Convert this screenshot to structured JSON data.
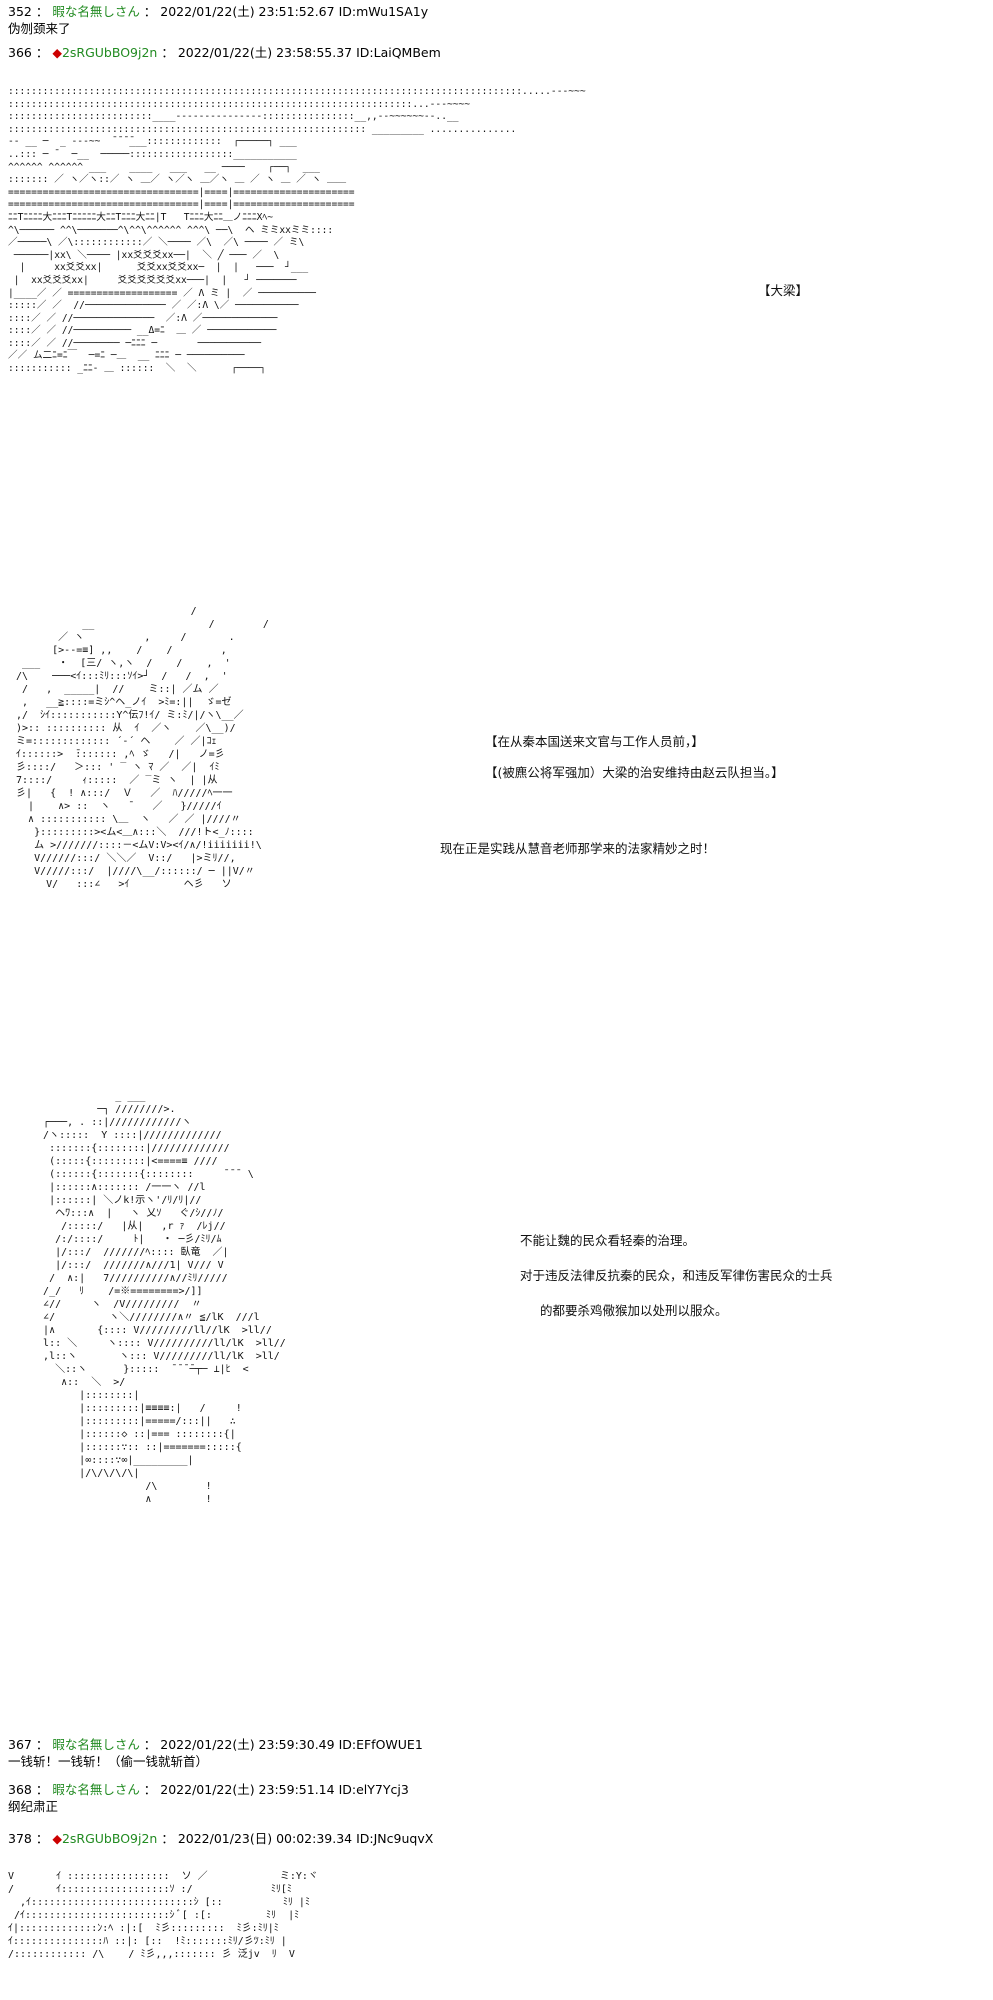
{
  "posts": [
    {
      "num": "352",
      "name": "暇な名無しさん",
      "date": "2022/01/22(土) 23:51:52.67",
      "id": "ID:mWu1SA1y",
      "body": "伪刎颈来了"
    },
    {
      "num": "366",
      "name": "2sRGUbBO9j2n",
      "date": "2022/01/22(土) 23:58:55.37",
      "id": "ID:LaiQMBem",
      "body": ""
    },
    {
      "num": "367",
      "name": "暇な名無しさん",
      "date": "2022/01/22(土) 23:59:30.49",
      "id": "ID:EFfOWUE1",
      "body": "一钱斩！一钱斩！（偷一钱就斩首）"
    },
    {
      "num": "368",
      "name": "暇な名無しさん",
      "date": "2022/01/22(土) 23:59:51.14",
      "id": "ID:elY7Ycj3",
      "body": "纲纪肃正"
    },
    {
      "num": "378",
      "name": "2sRGUbBO9j2n",
      "date": "2022/01/23(日) 00:02:39.34",
      "id": "ID:JNc9uqvX",
      "body": ""
    }
  ],
  "scene1": {
    "label": "【大梁】",
    "art": ":::::::::::::::::::::::::::::::::::::::::::::::::::::::::::::::::::::::::::::::::::::::::.....---~~~\n::::::::::::::::::::::::::::::::::::::::::::::::::::::::::::::::::::::...---~~~~\n:::::::::::::::::::::::::____---------------::::::::::::::::__,,--~~~~~~--..__\n:::::::::::::::::::::::::::::::::::::::::::::::::::::::::::::: _________ ...............\n-- __ ─  _ ---~~  ̄ ̄ ̄ ̄___:::::::::::::  ┌─────┐ ___\n..::: ─ ̄   ─__  ─────::::::::::::::::::___________\n^^^^^^ ^^^^^^ ___    ____   ___   __ ────    ┌──┐  ___ \n::::::: ／ ヽ／ヽ::／ ヽ ＿／ ヽ／ヽ ＿／ヽ ＿ ／ ヽ ＿ ／ ヽ ＿＿\n=================================|====|=====================\n=================================|====|=====================\nﾆﾆTﾆﾆﾆﾆ大ﾆﾆﾆTﾆﾆﾆﾆﾆ大ﾆﾆTﾆﾆﾆ大ﾆﾆ|T   Tﾆﾆﾆ大ﾆﾆ＿ノﾆﾆﾆXﾍ~\n^\\────── ^^\\───────^\\^^\\^^^^^^ ^^^\\ ──\\  ヘ ミミxxミミ::::\n／─────\\ ／\\::::::::::::／ ＼──── ／\\  ／\\ ──── ／ ミ\\\n ──────|xx\\ ＼──── |xx爻爻爻xx──|  ＼ ╱ ─── ／  \\\n  |     xx爻爻xx|      爻爻xx爻爻xx─  |  |   ───  ┘___\n |  xx爻爻爻xx|     爻爻爻爻爻爻xx───|  |   ┘ ───────\n|____／ ／ =================== ／ Λ ミ |  ／ ──────────\n:::::／ ／  //────────────── ／ ／:Λ \\／ ───────────\n::::／ ／ //──────────────  ／:Λ ／─────────────\n::::／ ／ //────────── __Δ=ﾆ  ＿ ／ ────────────\n::::／ ／ //──────── ─ﾆﾆﾆ ─       ───────────\n／／ ム二ﾆ=ﾆ￣  ─=ﾆ ─＿  __ ﾆﾆﾆ ─ ──────────\n::::::::::: _ﾆﾆ- ＿ ::::::  ＼  ＼      ┌────┐"
  },
  "scene2": {
    "lines": [
      "【在从秦本国送来文官与工作人员前，】",
      "【(被麃公将军强加）大梁的治安维持由赵云队担当。】",
      "",
      "现在正是实践从慧音老师那学来的法家精妙之时！"
    ],
    "art": "                              /\n            __                   /        /\n        ／ ヽ          ,     /       .\n       [>--=≡] ,,    /    /        ,\n  ___   ・  [三/ ヽ,ヽ  /    /    ,  '\n /\\    ───<ｲ:::ﾐﾘ:::ｿｲ>┘  /   /  ,  '\n  /   ,  _____|  //    ミ::| ／ム ／\n  ,   __≧::::=ミｼ^ヘ_ノｲ  >ﾐ=:||  ゞ=ゼ\n ,/  ｼｲ:::::::::::Y^伝ﾌ!ｲ/ ミ:ﾐ/|/ヽ\\__／\n )>:: :::::::::: 从  ｲ  ／ヽ    ／\\__)/\n ミ=::::::::::::: ´‐´ ヘ    ／ ／|ｺｪ\n ｲ::::::>  ̄::::::: ,ﾍ ゞ   /|   ノ=彡\n 彡::::/   ＞::: ' ‾ ヽ ﾏ ／  ／|  ｲﾐ\n 7::::/     ｨ:::::  ／ ‾ミ ヽ  | |从\n 彡|   {  ! ∧:::/  Ｖ   ／  ﾊ/////ﾍ一一\n   |    ∧> ::  ヽ   ̄    ／   }/////ｲ\n   ∧ ::::::::::: \\＿  ヽ   ／ ／ |////〃\n    }:::::::::><ム<＿∧:::＼  ///!ト<_ﾉ::::\n    ム >///////::::－<ムV:V><ｲ/∧/!iiiiiii!\\\n    V//////:::/ ＼＼／  V::/   |>ミﾘ//,\n    V/////:::/  |////\\__/::::::/ ─ ||V/〃\n      V/   :::∠   >ｲ         ヘ彡   ソ"
  },
  "scene3": {
    "lines": [
      "不能让魏的民众看轻秦的治理。",
      "对于违反法律反抗秦的民众，和违反军律伤害民众的士兵",
      "的都要杀鸡儆猴加以处刑以服众。"
    ],
    "art": "               _ ___\n            ─┐ ////////>.\n   ┌───, . ::|////////////ヽ\n   /ヽ:::::  Y ::::|/////////////\n    :::::::{::::::::|/////////////\n    (:::::{:::::::::|<====≡ ////\n    (::::::{:::::::{::::::::     ¯¯¯ \\\n    |::::::∧::::::: /一一ヽ //l\n    |::::::| ＼ノk!示ヽ'/ﾘ/ﾘ|//\n     ヘﾜ:::∧  |   ヽ 乂ｿ   ぐ/ｼ//ﾉ/\n      /:::::/   |从|   ,r ｧ  /ﾚj//\n     /:/::::/     ﾄ|   ・ ─彡/ﾐﾘ/ﾑ\n     |/:::/  ///////ﾍ:::: 臥竜  ／|\n     |/:::/  ///////∧///1| V/// V\n    /  ∧:|   7//////////∧//ﾐﾘ/////\n   /_/   ﾘ    /=※========>/]]\n   ∠//     ヽ  /V/////////  〃\n   ∠/         ヽ＼////////∧〃 ≦/lK  ///l\n   |∧       {:::: V/////////ll//lK  >ll//\n   l:: ＼     ヽ:::: V//////////ll/lK  >ll//\n   ,l::ヽ       ヽ::: V/////////ll/lK  >ll/\n     ＼::ヽ      }:::::  ̄ ̄ ̄ ̄─┬─ ⊥|ﾋ  <\n      ∧::  ＼  >/\n         |::::::::|\n         |:::::::::|≡≡≡≡:|   /     !\n         |:::::::::|=====/:::||   ∴\n         |::::::◇ ::|=== ::::::::{|\n         |::::::∵:: ::|=======:::::{\n         |∞::::∵∞|_________|\n         |/\\/\\/\\/\\| \n                    /\\        !\n                    ∧         !"
  },
  "scene4": {
    "art": "V       ｲ :::::::::::::::::  ソ ／            ミ:Y:ヾ\n/       ｲ::::::::::::::::::ｿ :/             ﾐﾘ[ﾐ\n  ,ｲ:::::::::::::::::::::::::::ｼ [::          ﾐﾘ |ﾐ\n /ｲ::::::::::::::::::::::::ｼ ﾞ[ :[:         ﾐﾘ  |ﾐ\nｲ|:::::::::::::ﾝ:ﾍ :|:[  ﾐ彡:::::::::  ﾐ彡:ﾐﾘ|ﾐ\nｲ:::::::::::::::ﾊ ::|: [::  !ﾐ:::::::ﾐﾘ/彡ﾂ:ﾐﾘ |\n/:::::::::::: /\\    / ﾐ彡,,,::::::: 彡 泛jv  ﾘ  V"
  }
}
